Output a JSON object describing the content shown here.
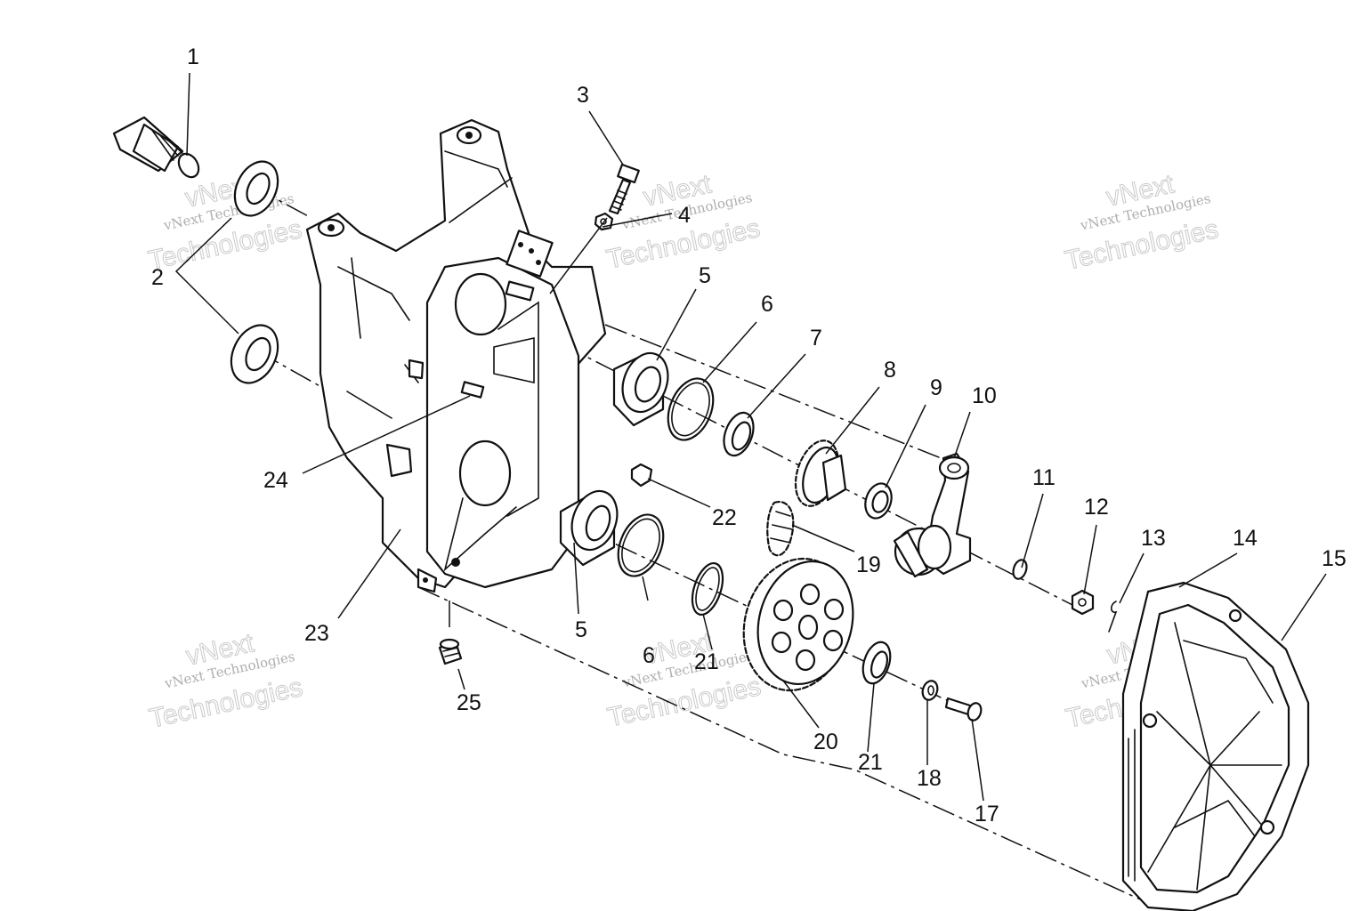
{
  "watermark": {
    "line1": "vNext Technologies",
    "line2": "vNext",
    "line3": "Technologies"
  },
  "callouts": {
    "c1": "1",
    "c2": "2",
    "c3": "3",
    "c4": "4",
    "c5a": "5",
    "c5b": "5",
    "c6a": "6",
    "c6b": "6",
    "c7": "7",
    "c8": "8",
    "c9": "9",
    "c10": "10",
    "c11": "11",
    "c12": "12",
    "c13": "13",
    "c14": "14",
    "c15": "15",
    "c17": "17",
    "c18": "18",
    "c19": "19",
    "c20": "20",
    "c21a": "21",
    "c21b": "21",
    "c22": "22",
    "c23": "23",
    "c24": "24",
    "c25": "25"
  },
  "colors": {
    "ink": "#111111",
    "paper": "#ffffff",
    "watermark": "#9a9a9a"
  }
}
